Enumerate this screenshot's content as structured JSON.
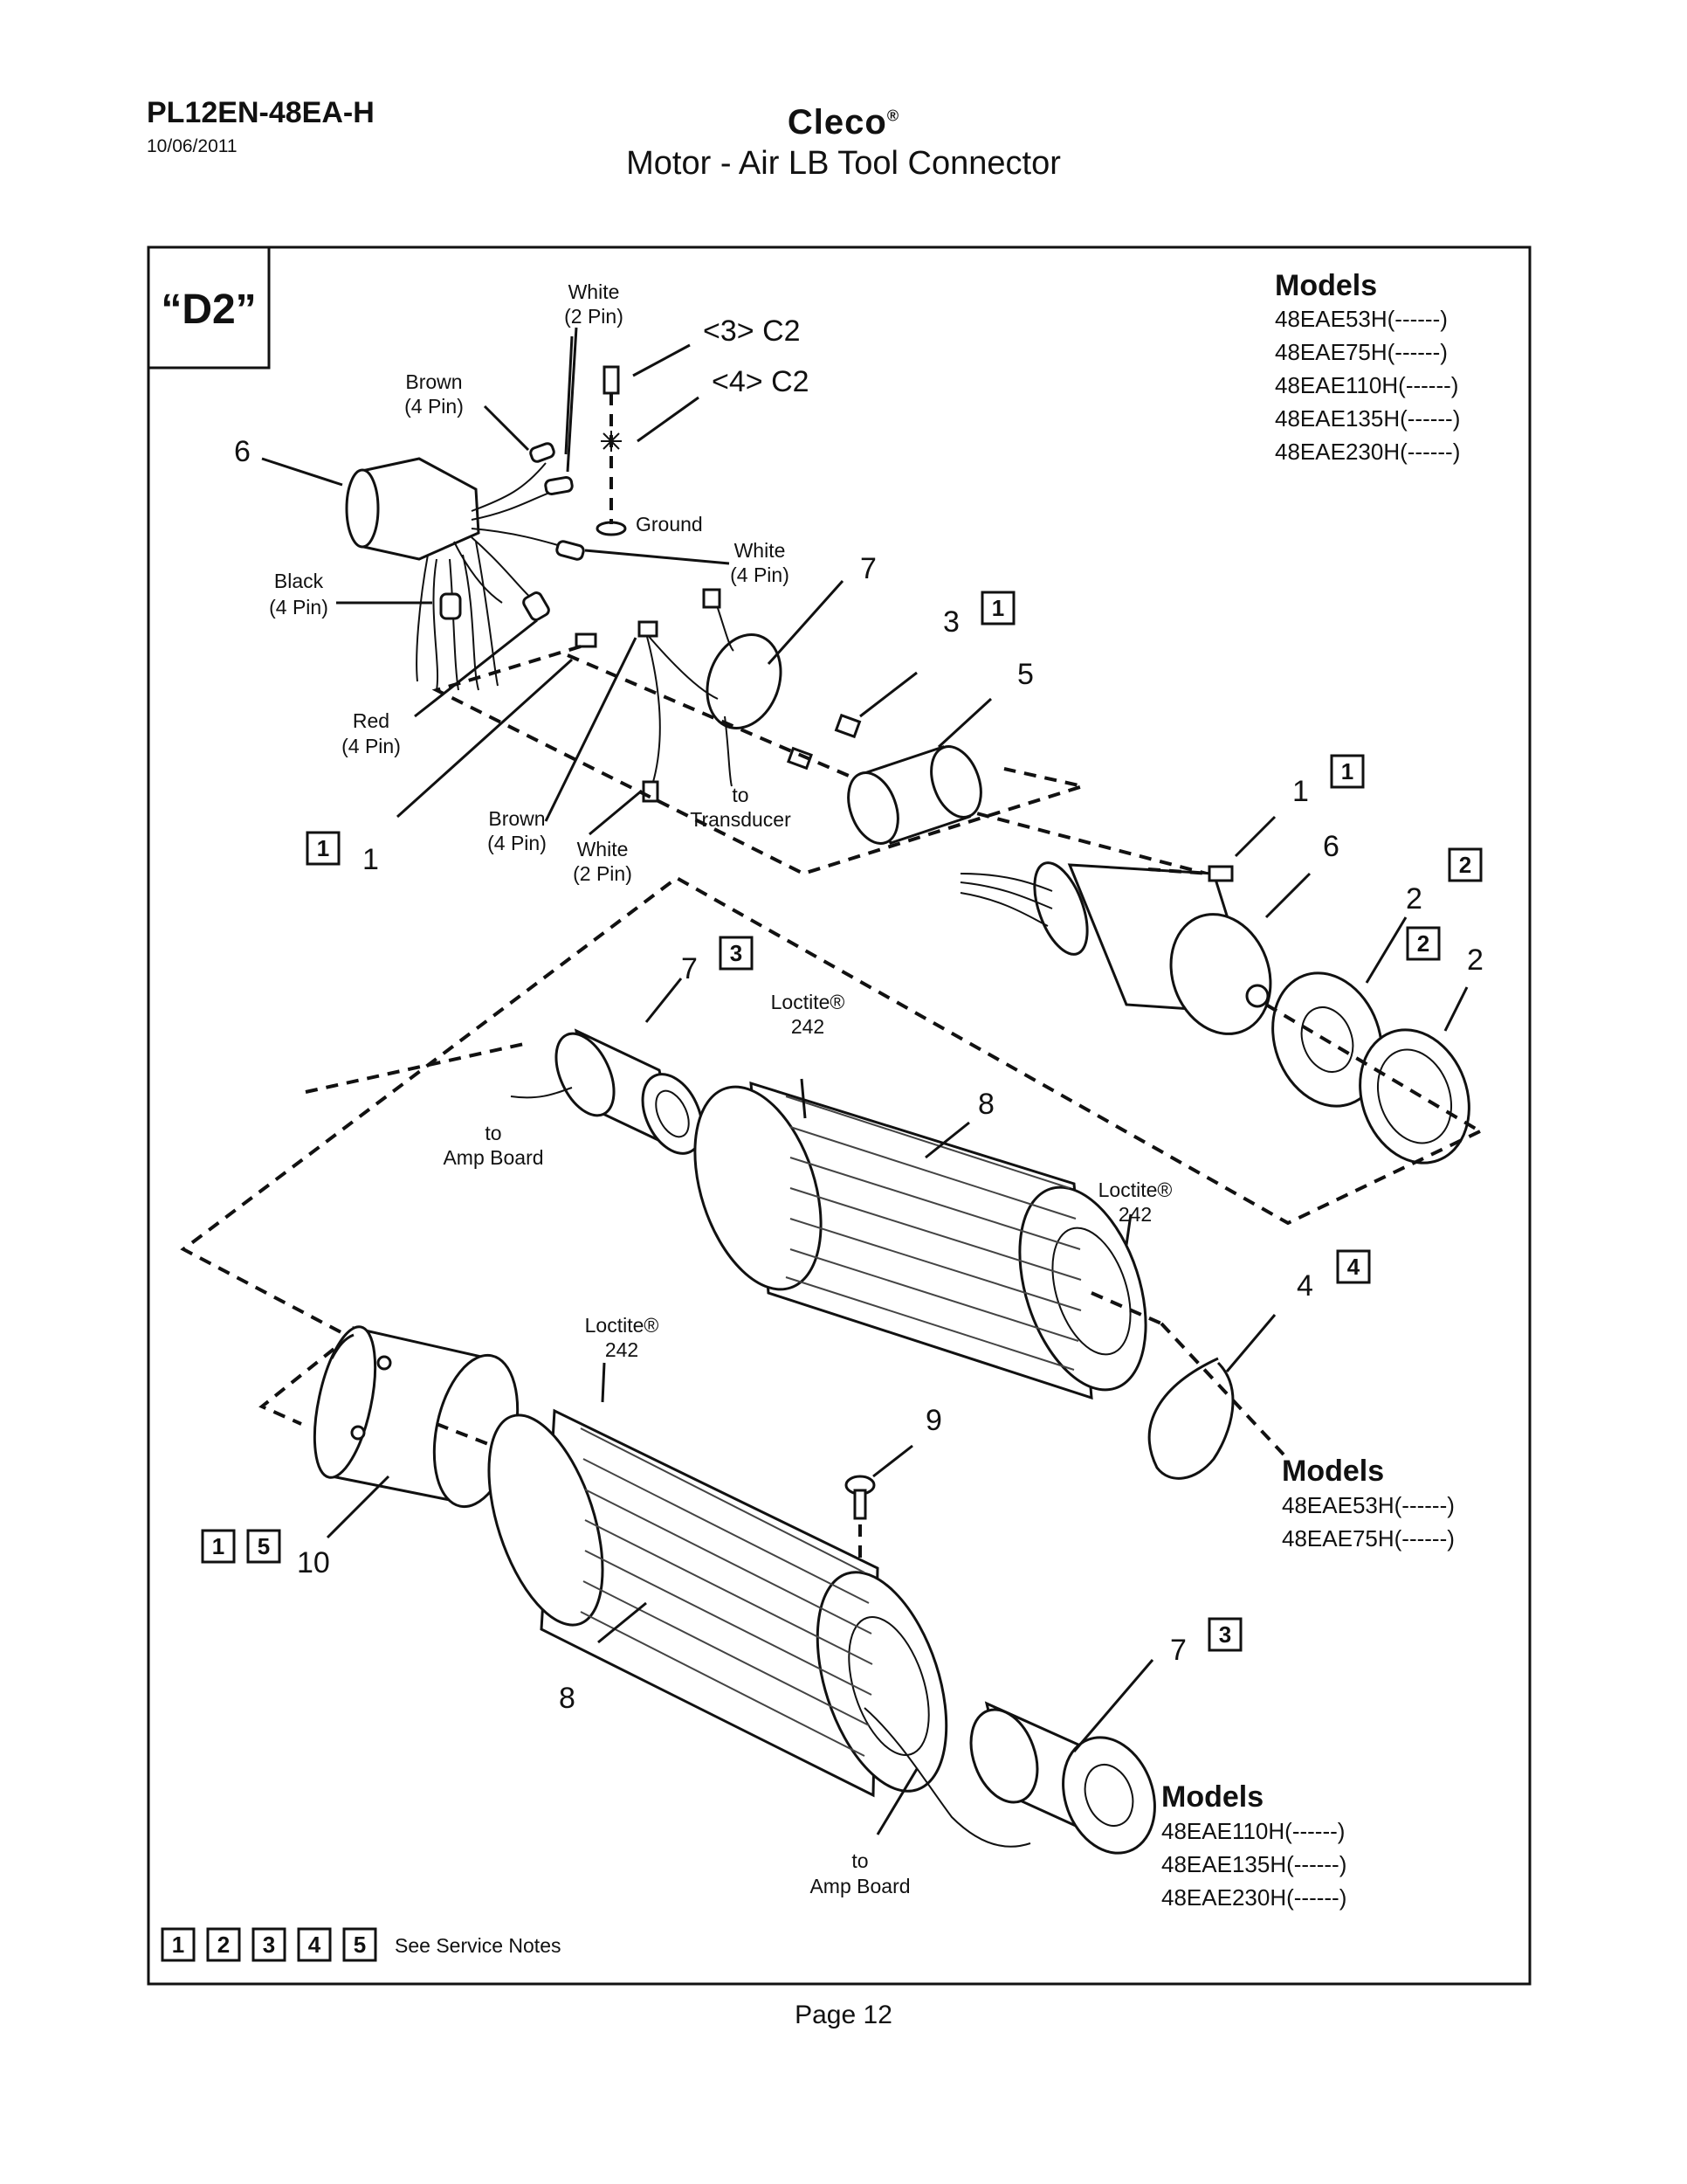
{
  "header": {
    "doc_id": "PL12EN-48EA-H",
    "date": "10/06/2011",
    "brand": "Cleco",
    "brand_mark": "®",
    "title": "Motor - Air LB Tool Connector"
  },
  "diagram": {
    "section": "“D2”",
    "models_top": {
      "heading": "Models",
      "items": [
        "48EAE53H(------)",
        "48EAE75H(------)",
        "48EAE110H(------)",
        "48EAE135H(------)",
        "48EAE230H(------)"
      ]
    },
    "models_mid": {
      "heading": "Models",
      "items": [
        "48EAE53H(------)",
        "48EAE75H(------)"
      ]
    },
    "models_bottom": {
      "heading": "Models",
      "items": [
        "48EAE110H(------)",
        "48EAE135H(------)",
        "48EAE230H(------)"
      ]
    },
    "callouts": {
      "white_2pin_top": [
        "White",
        "(2 Pin)"
      ],
      "brown_4pin_top": [
        "Brown",
        "(4 Pin)"
      ],
      "black_4pin": [
        "Black",
        "(4 Pin)"
      ],
      "red_4pin": [
        "Red",
        "(4 Pin)"
      ],
      "white_4pin": [
        "White",
        "(4 Pin)"
      ],
      "ground": "Ground",
      "brown_4pin_low": [
        "Brown",
        "(4 Pin)"
      ],
      "white_2pin_low": [
        "White",
        "(2 Pin)"
      ],
      "to_transducer": [
        "to",
        "Transducer"
      ],
      "to_amp_board_left": [
        "to",
        "Amp Board"
      ],
      "to_amp_board_bottom": [
        "to",
        "Amp Board"
      ],
      "loctite_top": [
        "Loctite®",
        "242"
      ],
      "loctite_right": [
        "Loctite®",
        "242"
      ],
      "loctite_lower": [
        "Loctite®",
        "242"
      ],
      "c2_3": "<3> C2",
      "c2_4": "<4> C2"
    },
    "part_numbers": {
      "p6_left": "6",
      "p1_left": "1",
      "p7_top": "7",
      "p3": "3",
      "p5": "5",
      "p1_right": "1",
      "p6_right": "6",
      "p2_a": "2",
      "p2_b": "2",
      "p7_mid": "7",
      "p8_upper": "8",
      "p4": "4",
      "p9": "9",
      "p10": "10",
      "p8_lower": "8",
      "p7_bottom": "7"
    },
    "note_boxes": {
      "b1_left": "1",
      "b1_mid": "1",
      "b1_right": "1",
      "b2_a": "2",
      "b2_b": "2",
      "b3_mid": "3",
      "b4": "4",
      "b1_10": "1",
      "b5_10": "5",
      "b3_bottom": "3"
    },
    "legend": {
      "boxes": [
        "1",
        "2",
        "3",
        "4",
        "5"
      ],
      "text": "See Service Notes"
    }
  },
  "footer": {
    "page": "Page 12"
  }
}
